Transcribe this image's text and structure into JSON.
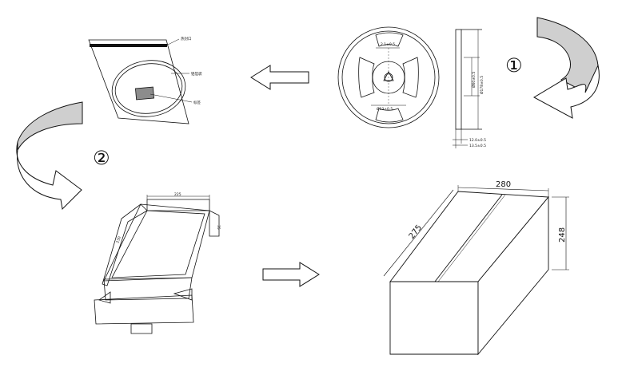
{
  "steps": {
    "step1": "①",
    "step2": "②"
  },
  "reel": {
    "dim_core_a": "Ø13±0.5",
    "dim_core_b": "2.1±0.5",
    "dim_hub": "Ø178±0.5",
    "dim_side_a": "12.0±0.5",
    "dim_side_b": "13.5±0.5",
    "dim_height": "Ø60±0.5"
  },
  "bag": {
    "label_seal": "热封口",
    "label_bag": "铝箔袋",
    "label_tag": "标签"
  },
  "open_box": {
    "dim_top": "225",
    "dim_side": "35",
    "dim_length": "230"
  },
  "closed_box": {
    "dim_width": "280",
    "dim_length": "275",
    "dim_height": "248"
  },
  "colors": {
    "stroke": "#111111",
    "curved_arrow_fill": "#cfcfcf",
    "tag_fill": "#8c8c8c"
  }
}
